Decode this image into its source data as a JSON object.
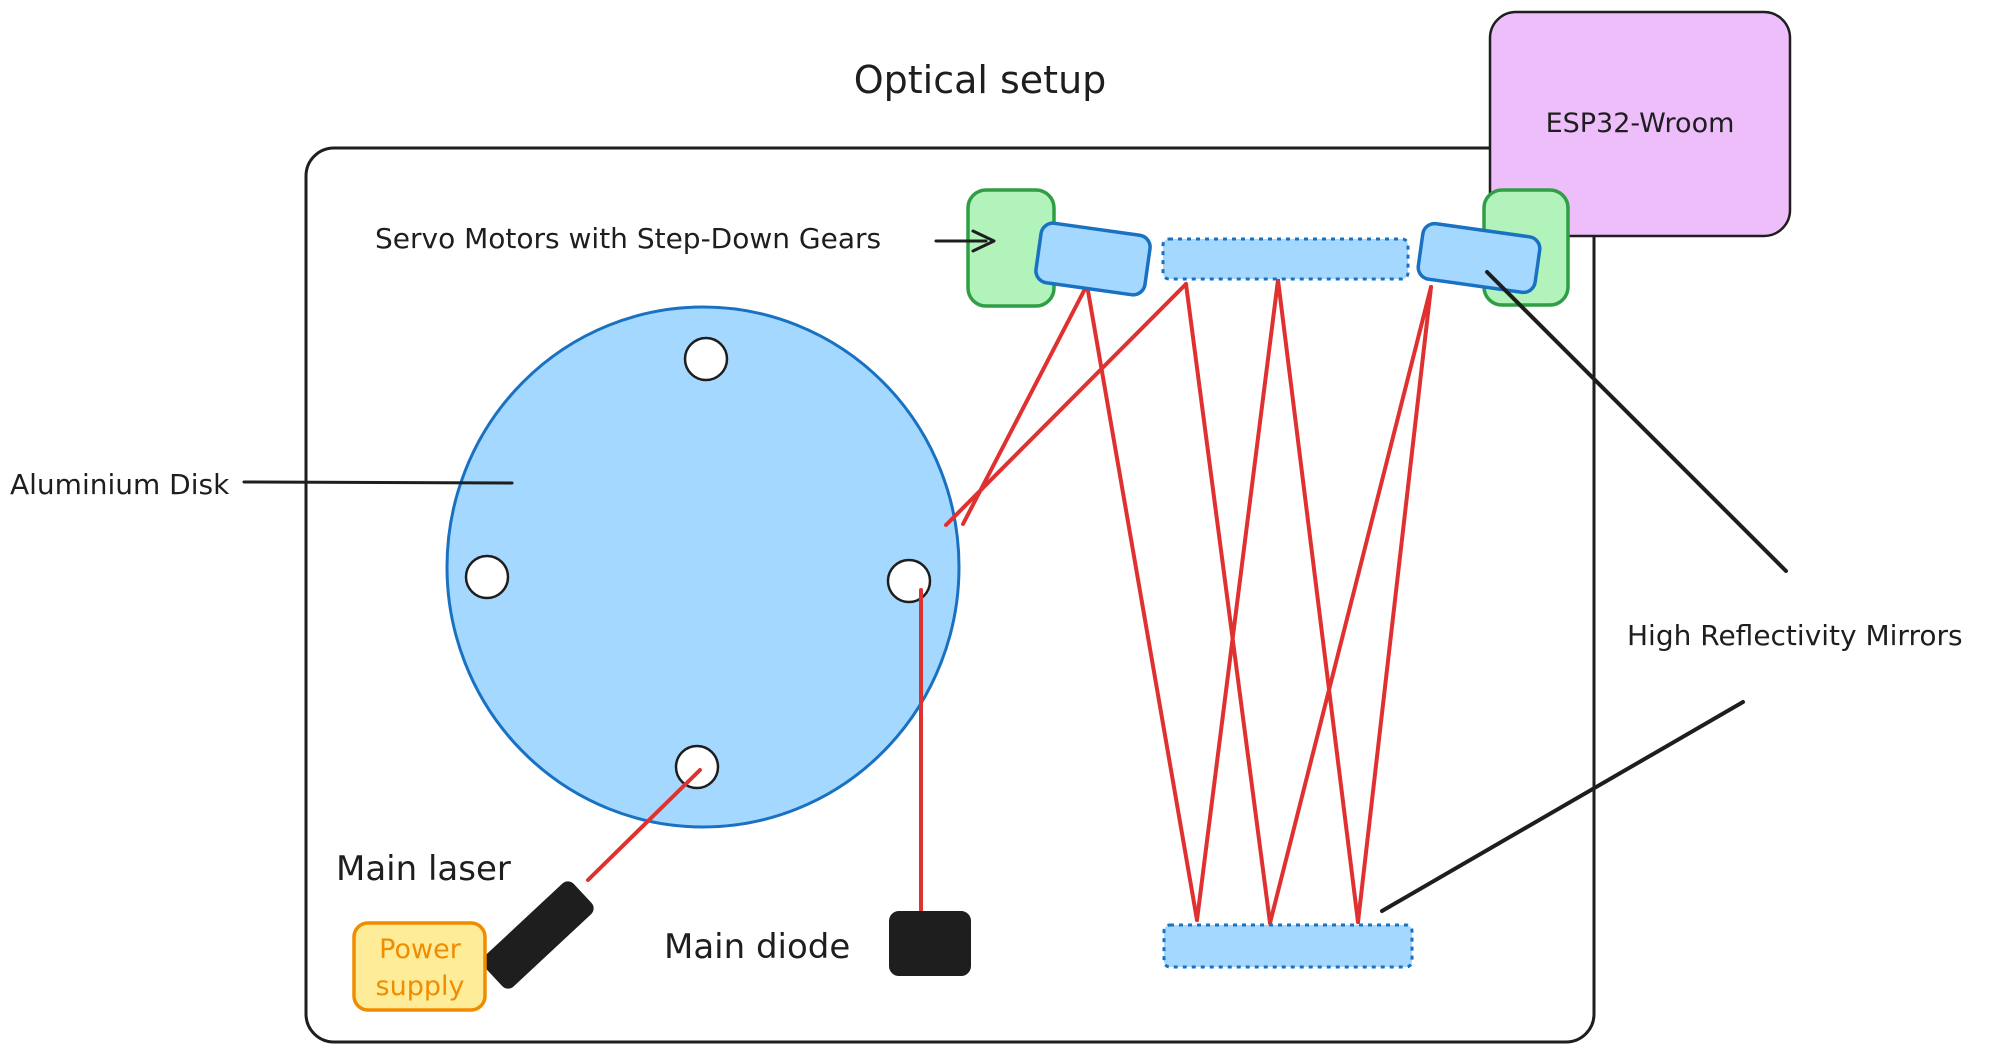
{
  "title": "Optical setup",
  "labels": {
    "servo": "Servo Motors with Step-Down Gears",
    "disk": "Aluminium Disk",
    "mirrors": "High Reflectivity Mirrors",
    "laser": "Main laser",
    "diode": "Main diode",
    "esp32": "ESP32-Wroom",
    "power_line1": "Power",
    "power_line2": "supply"
  },
  "colors": {
    "stroke": "#1e1e1e",
    "disk_fill": "#a5d8ff",
    "disk_stroke": "#1971c2",
    "servo_fill": "#b2f2bb",
    "servo_stroke": "#2f9e44",
    "esp_fill": "#eebefa",
    "power_fill": "#ffec99",
    "power_stroke": "#f08c00",
    "beam": "#e03131"
  }
}
